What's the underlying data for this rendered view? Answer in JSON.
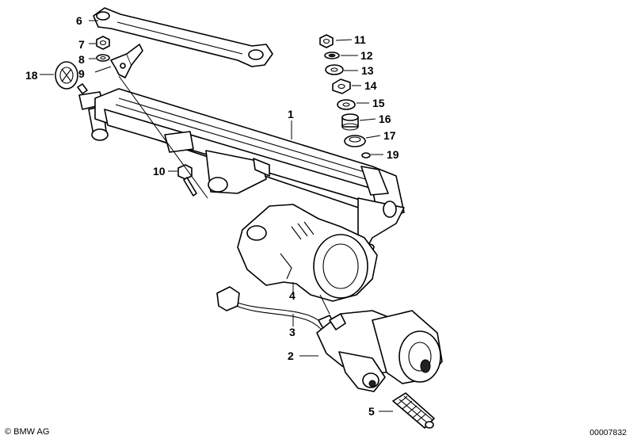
{
  "callouts": {
    "c1": "1",
    "c2": "2",
    "c3": "3",
    "c4": "4",
    "c5": "5",
    "c6": "6",
    "c7": "7",
    "c8": "8",
    "c9": "9",
    "c10": "10",
    "c11": "11",
    "c12": "12",
    "c13": "13",
    "c14": "14",
    "c15": "15",
    "c16": "16",
    "c17": "17",
    "c18": "18",
    "c19": "19"
  },
  "footer": {
    "copyright_symbol": "©",
    "copyright_text": "BMW AG",
    "document_number": "00007832"
  }
}
